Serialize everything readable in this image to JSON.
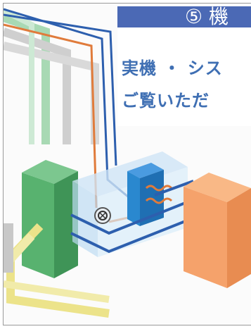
{
  "banner": {
    "text": "⑤ 機"
  },
  "caption": {
    "line1": "実機 ・ シス",
    "line2": "ご覧いただ"
  },
  "colors": {
    "banner": "#4b69b5",
    "caption": "#3f6fb3",
    "green_unit": "#58b26f",
    "orange_unit": "#f5a26b",
    "hex_box": "#2a88cf",
    "pipe_blue": "#2d5fae",
    "pipe_orange": "#e07b3b",
    "pipe_yellow": "#ece38a",
    "pipe_green": "#a8d9b4",
    "pipe_gray": "#cfcfcf"
  },
  "icons": [
    "pump-icon",
    "heat-exchanger-coil-icon"
  ]
}
